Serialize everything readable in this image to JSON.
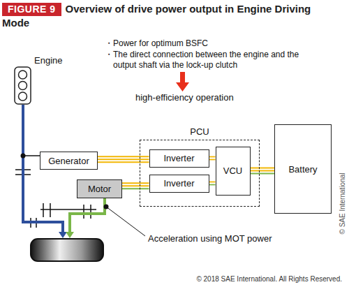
{
  "diagram": {
    "title": "Overview of drive power output in Engine Driving Mode",
    "caption": "© 2018 SAE International. All Rights Reserved.",
    "nodes": [
      {
        "text": [
          "Engine"
        ]
      },
      {
        "text": [
          "Generator"
        ]
      },
      {
        "text": [
          "Motor"
        ]
      },
      {
        "text": [
          "PCU"
        ]
      },
      {
        "text": [
          "Inverter"
        ],
        "in": 3
      },
      {
        "text": [
          "Inverter"
        ],
        "in": 3
      },
      {
        "text": [
          "VCU"
        ],
        "in": 3
      },
      {
        "text": [
          "Battery"
        ]
      }
    ],
    "edges": [
      {
        "from": 1,
        "to": 4,
        "arrow": "none"
      },
      {
        "from": 2,
        "to": 5,
        "arrow": "none"
      },
      {
        "from": 4,
        "to": 6,
        "arrow": "none"
      },
      {
        "from": 5,
        "to": 6,
        "arrow": "none"
      },
      {
        "from": 6,
        "to": 7,
        "arrow": "none"
      }
    ],
    "labels": [
      "FIGURE 9",
      "・Power for optimum BSFC",
      "・The direct connection between the engine and the output shaft via the lock-up clutch",
      "high-efficiency operation",
      "Acceleration using MOT power",
      "© SAE International"
    ]
  }
}
